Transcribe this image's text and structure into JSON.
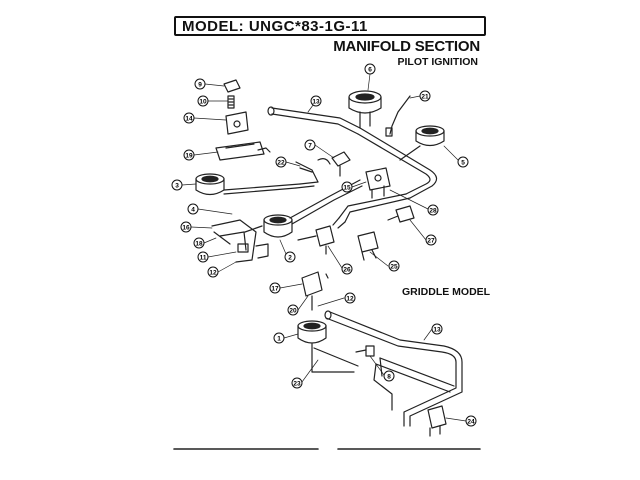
{
  "header": {
    "model": "MODEL: UNGC*83-1G-11",
    "title": "MANIFOLD SECTION",
    "subtitle": "PILOT IGNITION"
  },
  "griddle": {
    "label": "GRIDDLE MODEL"
  },
  "callouts": [
    "9",
    "10",
    "14",
    "19",
    "3",
    "4",
    "18",
    "16",
    "11",
    "12",
    "22",
    "7",
    "13",
    "6",
    "21",
    "5",
    "15",
    "28",
    "27",
    "2",
    "26",
    "25",
    "17",
    "20",
    "1",
    "23",
    "8",
    "24"
  ]
}
